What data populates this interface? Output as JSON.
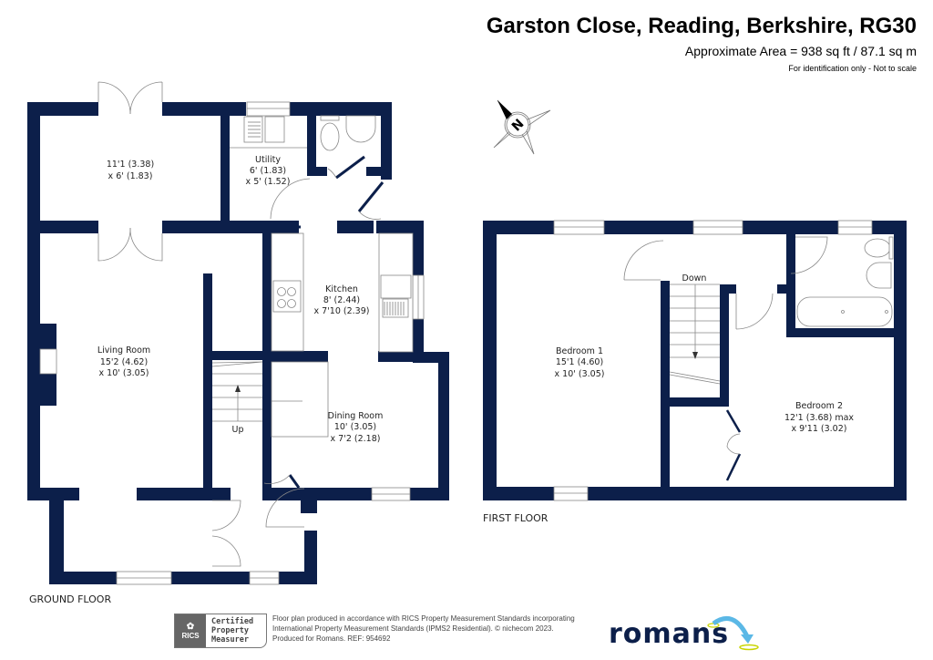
{
  "header": {
    "title": "Garston Close, Reading, Berkshire, RG30",
    "area": "Approximate Area = 938 sq ft / 87.1 sq m",
    "note": "For identification only - Not to scale"
  },
  "colors": {
    "wall": "#0c1f4a",
    "fixture_line": "#888888",
    "logo_navy": "#0c1f4a",
    "logo_arrow": "#5bb8e6",
    "logo_accent": "#c8d400"
  },
  "compass": {
    "label": "N",
    "icon": "compass-rose-icon"
  },
  "ground_floor": {
    "label": "GROUND FLOOR",
    "rooms": [
      {
        "id": "conservatory",
        "name": "",
        "dim1": "11'1 (3.38)",
        "dim2": "x 6' (1.83)"
      },
      {
        "id": "utility",
        "name": "Utility",
        "dim1": "6' (1.83)",
        "dim2": "x 5' (1.52)"
      },
      {
        "id": "kitchen",
        "name": "Kitchen",
        "dim1": "8' (2.44)",
        "dim2": "x 7'10 (2.39)"
      },
      {
        "id": "living-room",
        "name": "Living Room",
        "dim1": "15'2 (4.62)",
        "dim2": "x 10' (3.05)"
      },
      {
        "id": "dining-room",
        "name": "Dining Room",
        "dim1": "10' (3.05)",
        "dim2": "x 7'2 (2.18)"
      }
    ],
    "stairs_label": "Up"
  },
  "first_floor": {
    "label": "FIRST FLOOR",
    "rooms": [
      {
        "id": "bedroom-1",
        "name": "Bedroom 1",
        "dim1": "15'1 (4.60)",
        "dim2": "x 10' (3.05)"
      },
      {
        "id": "bedroom-2",
        "name": "Bedroom 2",
        "dim1": "12'1 (3.68) max",
        "dim2": "x 9'11 (3.02)"
      }
    ],
    "stairs_label": "Down"
  },
  "footer": {
    "rics_logo_text": "RICS",
    "badge_lines": [
      "Certified",
      "Property",
      "Measurer"
    ],
    "disclaimer_lines": [
      "Floor plan produced in accordance with RICS Property Measurement Standards incorporating",
      "International Property Measurement Standards (IPMS2 Residential).   © nichecom 2023.",
      "Produced for Romans.   REF: 954692"
    ],
    "brand": "romans"
  }
}
